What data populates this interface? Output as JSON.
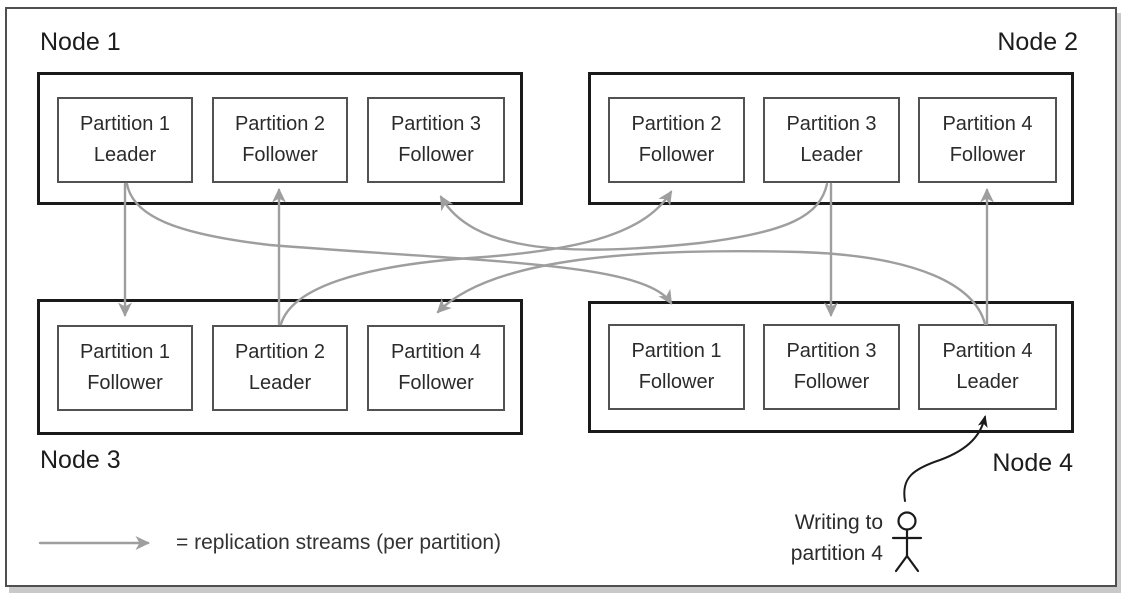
{
  "nodes": [
    {
      "label": "Node 1",
      "partitions": [
        {
          "name": "Partition 1",
          "role": "Leader"
        },
        {
          "name": "Partition 2",
          "role": "Follower"
        },
        {
          "name": "Partition 3",
          "role": "Follower"
        }
      ]
    },
    {
      "label": "Node 2",
      "partitions": [
        {
          "name": "Partition 2",
          "role": "Follower"
        },
        {
          "name": "Partition 3",
          "role": "Leader"
        },
        {
          "name": "Partition 4",
          "role": "Follower"
        }
      ]
    },
    {
      "label": "Node 3",
      "partitions": [
        {
          "name": "Partition 1",
          "role": "Follower"
        },
        {
          "name": "Partition 2",
          "role": "Leader"
        },
        {
          "name": "Partition 4",
          "role": "Follower"
        }
      ]
    },
    {
      "label": "Node 4",
      "partitions": [
        {
          "name": "Partition 1",
          "role": "Follower"
        },
        {
          "name": "Partition 3",
          "role": "Follower"
        },
        {
          "name": "Partition 4",
          "role": "Leader"
        }
      ]
    }
  ],
  "replication_streams": [
    {
      "partition": "Partition 1",
      "from": "Node 1 (Leader)",
      "to": "Node 3 (Follower)"
    },
    {
      "partition": "Partition 1",
      "from": "Node 1 (Leader)",
      "to": "Node 4 (Follower)"
    },
    {
      "partition": "Partition 2",
      "from": "Node 3 (Leader)",
      "to": "Node 1 (Follower)"
    },
    {
      "partition": "Partition 2",
      "from": "Node 3 (Leader)",
      "to": "Node 2 (Follower)"
    },
    {
      "partition": "Partition 3",
      "from": "Node 2 (Leader)",
      "to": "Node 1 (Follower)"
    },
    {
      "partition": "Partition 3",
      "from": "Node 2 (Leader)",
      "to": "Node 4 (Follower)"
    },
    {
      "partition": "Partition 4",
      "from": "Node 4 (Leader)",
      "to": "Node 2 (Follower)"
    },
    {
      "partition": "Partition 4",
      "from": "Node 4 (Leader)",
      "to": "Node 3 (Follower)"
    }
  ],
  "legend": {
    "arrow_label": "= replication streams (per partition)"
  },
  "annotation": {
    "line1": "Writing to",
    "line2": "partition 4",
    "icon": "stick-figure"
  },
  "colors": {
    "replication_arrow": "#9e9e9e",
    "write_arrow": "#1b1b1b",
    "node_border": "#1a1a1a",
    "partition_border": "#525252",
    "outer_border": "#4f4f4f",
    "text": "#2b2b2b"
  }
}
